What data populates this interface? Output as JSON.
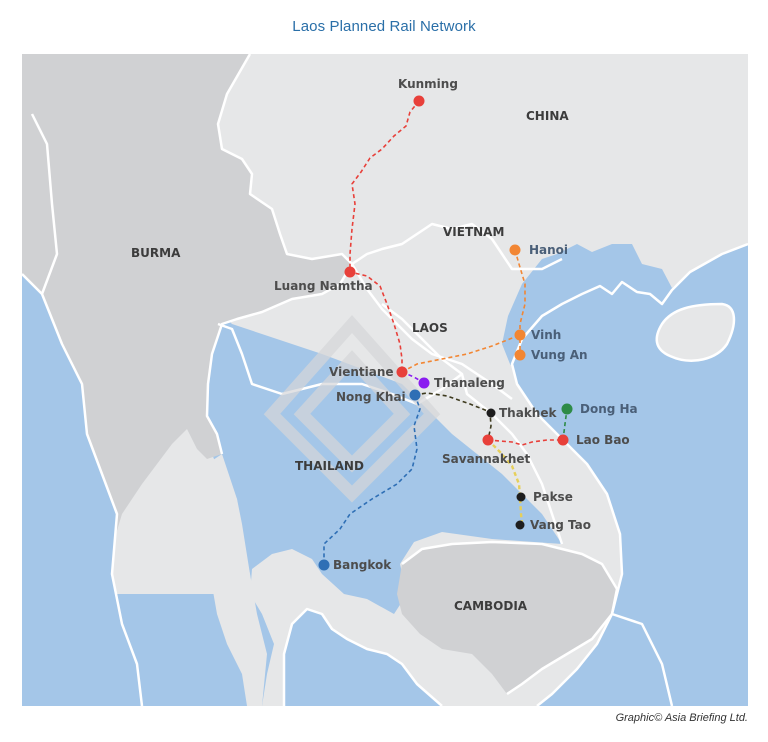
{
  "header": {
    "title": "Laos Planned Rail Network"
  },
  "footer": {
    "credit": "Graphic© Asia Briefing Ltd."
  },
  "colors": {
    "sea": "#a4c6e8",
    "land_light": "#e6e7e8",
    "land_dark": "#d0d1d3",
    "border": "#ffffff",
    "title": "#2a6fa8",
    "route_red": "#e8403a",
    "route_orange": "#f28633",
    "route_blue": "#2f6fb5",
    "route_purple": "#8a1cf0",
    "route_green": "#2e8b47",
    "route_black": "#1e1e1e",
    "route_yellow": "#e8d36a"
  },
  "countries": [
    {
      "name": "CHINA"
    },
    {
      "name": "BURMA"
    },
    {
      "name": "VIETNAM"
    },
    {
      "name": "LAOS"
    },
    {
      "name": "THAILAND"
    },
    {
      "name": "CAMBODIA"
    }
  ],
  "cities": [
    {
      "name": "Kunming",
      "color": "red"
    },
    {
      "name": "Luang Namtha",
      "color": "red"
    },
    {
      "name": "Vientiane",
      "color": "red"
    },
    {
      "name": "Thanaleng",
      "color": "purple"
    },
    {
      "name": "Nong Khai",
      "color": "blue"
    },
    {
      "name": "Hanoi",
      "color": "orange"
    },
    {
      "name": "Vinh",
      "color": "orange"
    },
    {
      "name": "Vung An",
      "color": "orange"
    },
    {
      "name": "Thakhek",
      "color": "black"
    },
    {
      "name": "Savannakhet",
      "color": "red"
    },
    {
      "name": "Dong Ha",
      "color": "green"
    },
    {
      "name": "Lao Bao",
      "color": "red"
    },
    {
      "name": "Pakse",
      "color": "black"
    },
    {
      "name": "Vang Tao",
      "color": "black"
    },
    {
      "name": "Bangkok",
      "color": "blue"
    }
  ],
  "routes": [
    {
      "name": "Kunming - Luang Namtha - Vientiane",
      "color": "red"
    },
    {
      "name": "Vientiane - Vinh",
      "color": "orange"
    },
    {
      "name": "Hanoi - Vinh - Vung An",
      "color": "orange"
    },
    {
      "name": "Vientiane - Thanaleng",
      "color": "purple"
    },
    {
      "name": "Nong Khai - Bangkok",
      "color": "blue"
    },
    {
      "name": "Nong Khai - Thakhek - Savannakhet",
      "color": "black"
    },
    {
      "name": "Savannakhet - Lao Bao",
      "color": "red"
    },
    {
      "name": "Lao Bao - Dong Ha",
      "color": "green"
    },
    {
      "name": "Savannakhet - Pakse - Vang Tao",
      "color": "yellow"
    }
  ]
}
